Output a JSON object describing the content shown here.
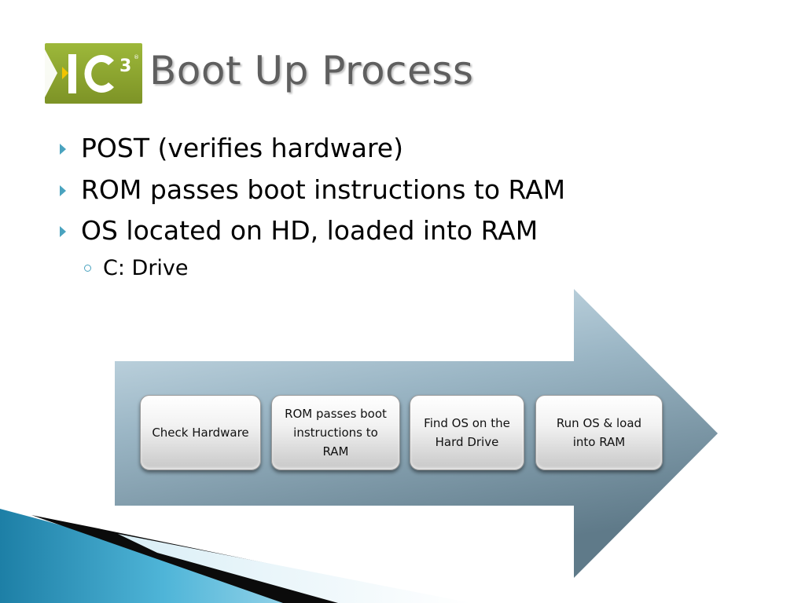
{
  "slide": {
    "title": "Boot Up Process",
    "logo": {
      "text": "IC",
      "superscript": "3",
      "colors": {
        "background": "#8aa02a",
        "text": "#ffffff",
        "arrow": "#f2c400"
      }
    },
    "bullets": [
      {
        "text": "POST (verifies hardware)"
      },
      {
        "text": "ROM passes boot instructions to RAM"
      },
      {
        "text": "OS located on HD, loaded into RAM"
      }
    ],
    "sub_bullets": [
      {
        "text": "C: Drive"
      }
    ]
  },
  "diagram": {
    "steps": [
      {
        "lines": [
          "Check Hardware"
        ]
      },
      {
        "lines": [
          "ROM passes boot",
          "instructions to",
          "RAM"
        ]
      },
      {
        "lines": [
          "Find OS on the",
          "Hard Drive"
        ]
      },
      {
        "lines": [
          "Run OS & load",
          "into RAM"
        ]
      }
    ],
    "colors": {
      "arrow_light": "#c8dde8",
      "arrow_dark": "#6c8796",
      "bullet_accent": "#4aa3bf",
      "title_color": "#5f5f5f"
    }
  }
}
